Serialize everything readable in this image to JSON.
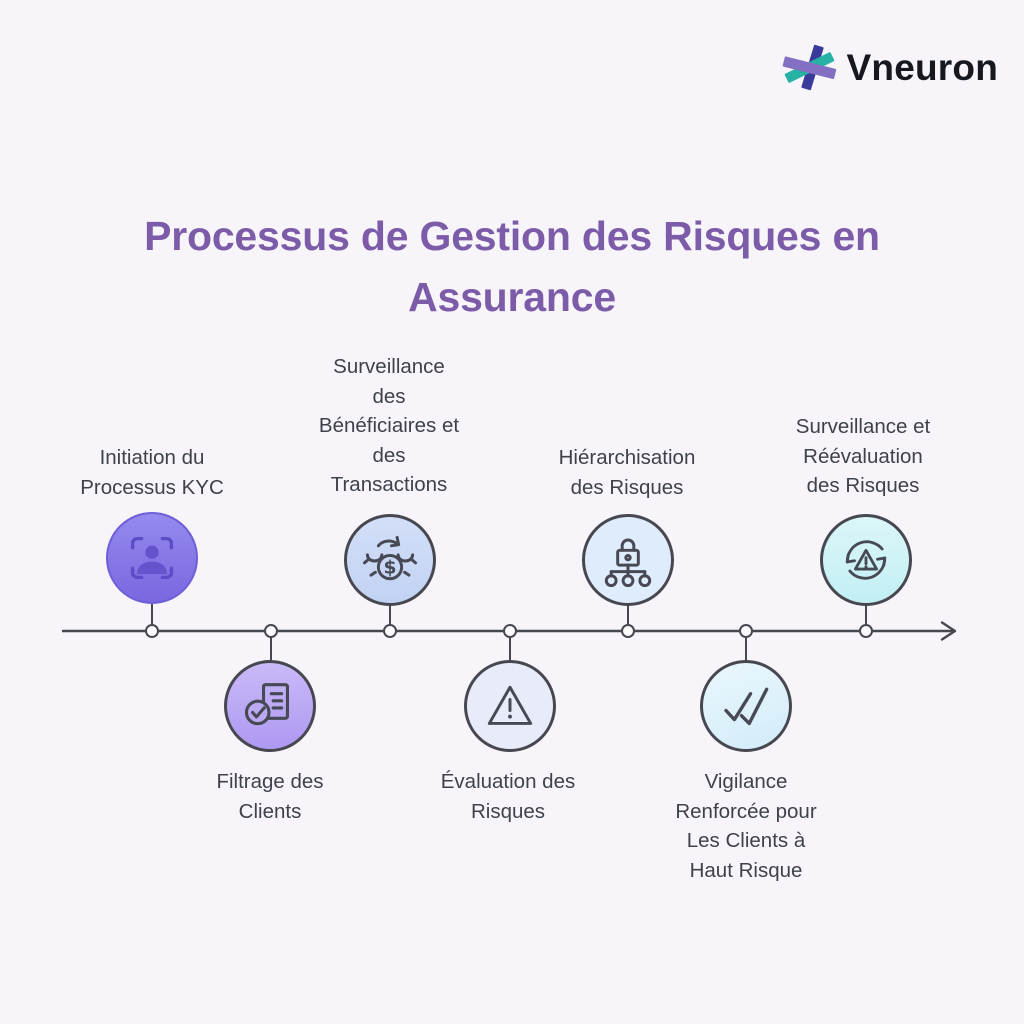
{
  "logo": {
    "text": "Vneuron",
    "mark_icon": "vneuron-asterisk-icon",
    "colors": {
      "teal": "#27B2A5",
      "purple": "#8470C2",
      "indigo": "#3A3A9B",
      "text": "#17171F"
    }
  },
  "title": {
    "text": "Processus de Gestion des Risques en\nAssurance",
    "color": "#7C5BA8"
  },
  "palette": {
    "background": "#F7F5FA",
    "axis_line": "#47474F",
    "label_text": "#3F424B",
    "accent_purple_fill": "#8276E3",
    "light_purple_fill": "#BCA9F4",
    "periwinkle_fill": "#C9D7F4",
    "pale_lavender_fill": "#E8EBF9",
    "pale_blue_fill": "#DFECFB",
    "ice_blue_fill": "#DCF0FA",
    "light_cyan_fill": "#CDF2F6"
  },
  "timeline": {
    "direction": "left-to-right-arrow",
    "items": [
      {
        "label": "Initiation du\nProcessus KYC",
        "position": "above",
        "icon": "face-scan-icon",
        "fill": "#8276E3"
      },
      {
        "label": "Filtrage des\nClients",
        "position": "below",
        "icon": "document-check-icon",
        "fill": "#BCA9F4"
      },
      {
        "label": "Surveillance\ndes\nBénéficiaires et\ndes\nTransactions",
        "position": "above",
        "icon": "transaction-monitoring-icon",
        "fill": "#C9D7F4"
      },
      {
        "label": "Évaluation des\nRisques",
        "position": "below",
        "icon": "warning-triangle-icon",
        "fill": "#E8EBF9"
      },
      {
        "label": "Hiérarchisation\ndes Risques",
        "position": "above",
        "icon": "lock-hierarchy-icon",
        "fill": "#DFECFB"
      },
      {
        "label": "Vigilance\nRenforcée pour\nLes Clients à\nHaut Risque",
        "position": "below",
        "icon": "double-check-icon",
        "fill": "#DCF0FA"
      },
      {
        "label": "Surveillance et\nRéévaluation\ndes Risques",
        "position": "above",
        "icon": "reassessment-cycle-icon",
        "fill": "#CDF2F6"
      }
    ]
  }
}
